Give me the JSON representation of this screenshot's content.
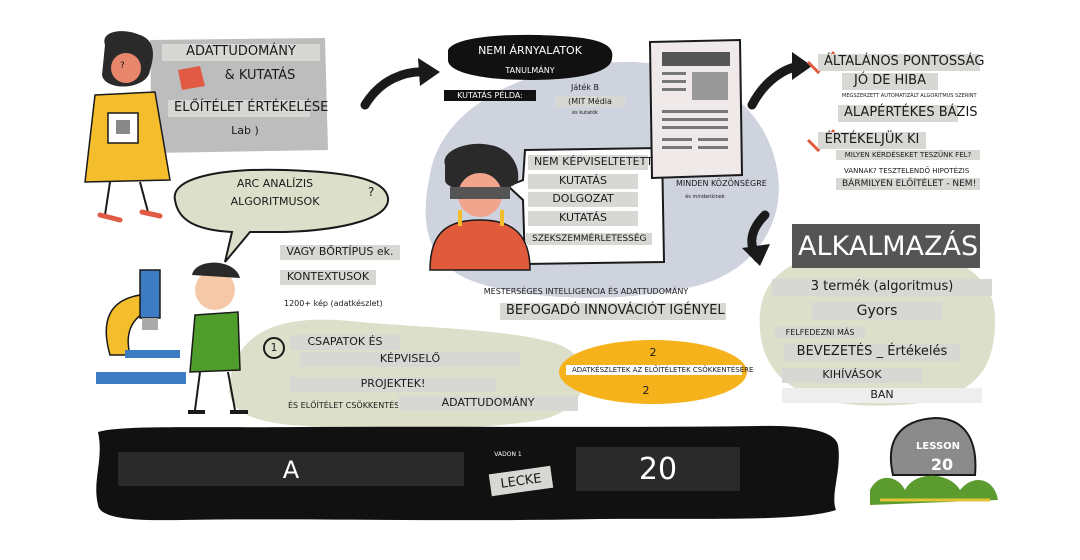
{
  "colors": {
    "blob_green": "#dcdfc9",
    "blob_blue": "#cfd3de",
    "highlight_orange": "#f5b21b",
    "banner_black": "#111111",
    "label_gray": "#d7d7d4"
  },
  "research": {
    "line1": "ADATTUDOMÁNY",
    "line2": "& KUTATÁS",
    "line3": "ELŐÍTÉLET ÉRTÉKELÉSE",
    "line4": "Lab )",
    "person_badge": "?"
  },
  "facial": {
    "line1": "ARC ANALÍZIS",
    "line2": "ALGORITMUSOK",
    "mark": "?"
  },
  "skin": {
    "line1": "VAGY BŐRTÍPUS ek.",
    "line2": "KONTEXTUSOK",
    "line3": "1200+ kép (adatkészlet)"
  },
  "teams": {
    "number": "1",
    "line1": "CSAPATOK ÉS",
    "line2": "KÉPVISELŐ",
    "line3": "PROJEKTEK!",
    "line4": "ÉS ELŐÍTÉLET CSÖKKENTÉSE",
    "line5": "ADATTUDOMÁNY"
  },
  "gender": {
    "title": "NEMI ÁRNYALATOK",
    "subtitle": "TANULMÁNY",
    "example": "KUTATÁS PÉLDA:",
    "game": "Játék B",
    "mit": "(MIT Média",
    "tiny": "és kutatók",
    "everyone": "MINDEN KÖZÖNSÉGRE",
    "everyone_small": "és mindenkinek"
  },
  "underrep": {
    "line1": "NEM KÉPVISELTETETT",
    "line2": "KUTATÁS",
    "line3": "DOLGOZAT",
    "line4": "KUTATÁS",
    "line5": "SZEKSZEMMÉRLETESSÉG"
  },
  "ai": {
    "line1": "MESTERSÉGES INTELLIGENCIA ÉS ADATTUDOMÁNY",
    "line2": "BEFOGADÓ INNOVÁCIÓT IGÉNYEL"
  },
  "datasets": {
    "num1": "2",
    "line": "ADATKÉSZLETEK AZ ELŐÍTÉLETEK CSÖKKENTÉSÉRE",
    "num2": "2"
  },
  "accuracy": {
    "line1": "ÁLTALÁNOS PONTOSSÁG",
    "line2": "JÓ DE HIBA",
    "line3": "MEGSZERZETT AUTOMATIZÁLT ALGORITMUS SZERINT",
    "line4": "ALAPÉRTÉKES BÁZIS",
    "line5": "ÉRTÉKELJÜK KI",
    "line6": "MILYEN KÉRDÉSEKET TESZÜNK FEL?",
    "line7": "VANNAK? TESZTELENDŐ HIPOTÉZIS",
    "line8": "BÁRMILYEN ELŐÍTÉLET - NEM!"
  },
  "application": {
    "title": "ALKALMAZÁS",
    "line1": "3 termék (algoritmus)",
    "line2": "Gyors",
    "line3": "FELFEDEZNI MÁS",
    "line4": "BEVEZETÉS _ Értékelés",
    "line5": "KIHÍVÁSOK",
    "line6": "BAN"
  },
  "banner": {
    "left": "A",
    "top": "VADON 1",
    "middle": "LECKE",
    "right": "20"
  },
  "stone": {
    "label": "LESSON",
    "number": "20"
  }
}
